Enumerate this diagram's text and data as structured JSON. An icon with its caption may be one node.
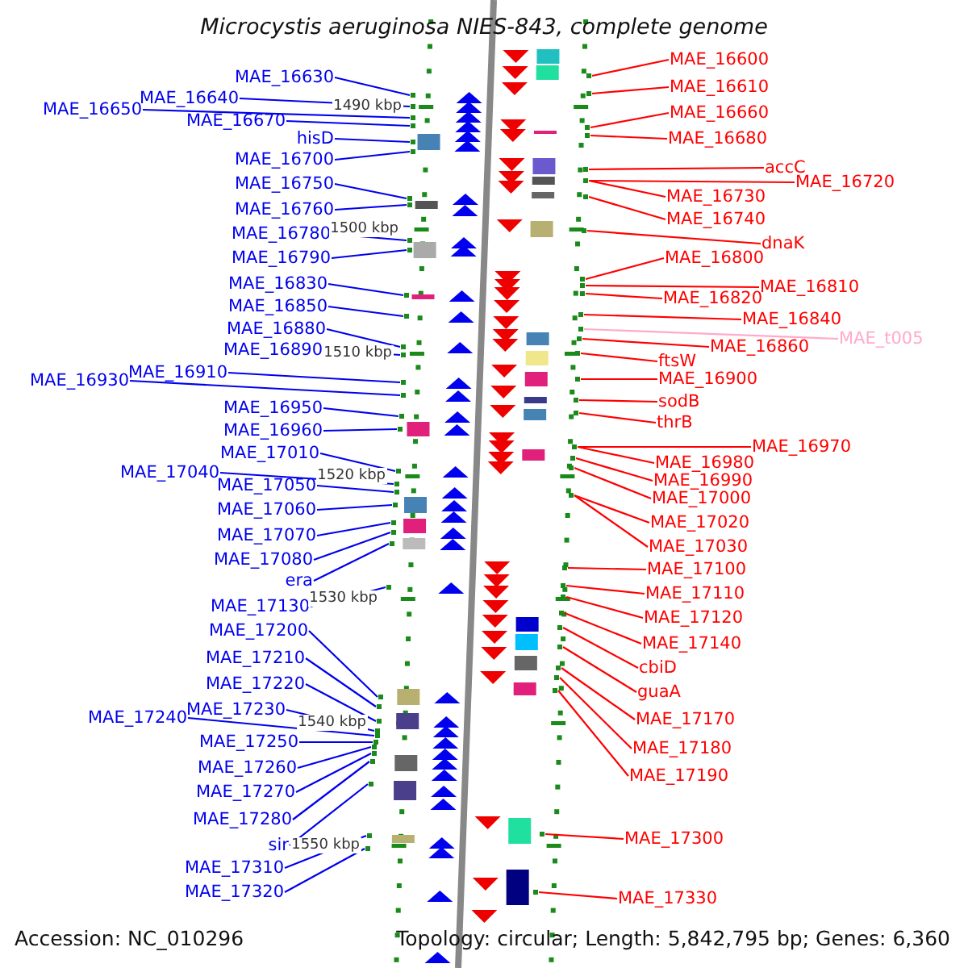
{
  "diagram": {
    "title": "Microcystis aeruginosa NIES-843, complete genome",
    "nodes": [
      {
        "text": [
          "MAE_16630"
        ]
      },
      {
        "text": [
          "MAE_16640"
        ]
      },
      {
        "text": [
          "MAE_16650"
        ]
      },
      {
        "text": [
          "MAE_16670"
        ]
      },
      {
        "text": [
          "hisD"
        ]
      },
      {
        "text": [
          "MAE_16700"
        ]
      },
      {
        "text": [
          "MAE_16750"
        ]
      },
      {
        "text": [
          "MAE_16760"
        ]
      },
      {
        "text": [
          "MAE_16780"
        ]
      },
      {
        "text": [
          "MAE_16790"
        ]
      },
      {
        "text": [
          "MAE_16830"
        ]
      },
      {
        "text": [
          "MAE_16850"
        ]
      },
      {
        "text": [
          "MAE_16880"
        ]
      },
      {
        "text": [
          "MAE_16890"
        ]
      },
      {
        "text": [
          "MAE_16910"
        ]
      },
      {
        "text": [
          "MAE_16930"
        ]
      },
      {
        "text": [
          "MAE_16950"
        ]
      },
      {
        "text": [
          "MAE_16960"
        ]
      },
      {
        "text": [
          "MAE_17010"
        ]
      },
      {
        "text": [
          "MAE_17040"
        ]
      },
      {
        "text": [
          "MAE_17050"
        ]
      },
      {
        "text": [
          "MAE_17060"
        ]
      },
      {
        "text": [
          "MAE_17070"
        ]
      },
      {
        "text": [
          "MAE_17080"
        ]
      },
      {
        "text": [
          "era"
        ]
      },
      {
        "text": [
          "MAE_17130"
        ]
      },
      {
        "text": [
          "MAE_17200"
        ]
      },
      {
        "text": [
          "MAE_17210"
        ]
      },
      {
        "text": [
          "MAE_17220"
        ]
      },
      {
        "text": [
          "MAE_17230"
        ]
      },
      {
        "text": [
          "MAE_17240"
        ]
      },
      {
        "text": [
          "MAE_17250"
        ]
      },
      {
        "text": [
          "MAE_17260"
        ]
      },
      {
        "text": [
          "MAE_17270"
        ]
      },
      {
        "text": [
          "MAE_17280"
        ]
      },
      {
        "text": [
          "sir"
        ]
      },
      {
        "text": [
          "MAE_17310"
        ]
      },
      {
        "text": [
          "MAE_17320"
        ]
      },
      {
        "text": [
          "MAE_16600"
        ]
      },
      {
        "text": [
          "MAE_16610"
        ]
      },
      {
        "text": [
          "MAE_16660"
        ]
      },
      {
        "text": [
          "MAE_16680"
        ]
      },
      {
        "text": [
          "accC"
        ]
      },
      {
        "text": [
          "MAE_16730"
        ]
      },
      {
        "text": [
          "MAE_16720"
        ]
      },
      {
        "text": [
          "MAE_16740"
        ]
      },
      {
        "text": [
          "dnaK"
        ]
      },
      {
        "text": [
          "MAE_16800"
        ]
      },
      {
        "text": [
          "MAE_16810"
        ]
      },
      {
        "text": [
          "MAE_16820"
        ]
      },
      {
        "text": [
          "MAE_16840"
        ]
      },
      {
        "text": [
          "MAE_t005"
        ]
      },
      {
        "text": [
          "MAE_16860"
        ]
      },
      {
        "text": [
          "ftsW"
        ]
      },
      {
        "text": [
          "MAE_16900"
        ]
      },
      {
        "text": [
          "sodB"
        ]
      },
      {
        "text": [
          "thrB"
        ]
      },
      {
        "text": [
          "MAE_16980"
        ]
      },
      {
        "text": [
          "MAE_16970"
        ]
      },
      {
        "text": [
          "MAE_16990"
        ]
      },
      {
        "text": [
          "MAE_17000"
        ]
      },
      {
        "text": [
          "MAE_17020"
        ]
      },
      {
        "text": [
          "MAE_17030"
        ]
      },
      {
        "text": [
          "MAE_17100"
        ]
      },
      {
        "text": [
          "MAE_17110"
        ]
      },
      {
        "text": [
          "MAE_17120"
        ]
      },
      {
        "text": [
          "MAE_17140"
        ]
      },
      {
        "text": [
          "cbiD"
        ]
      },
      {
        "text": [
          "guaA"
        ]
      },
      {
        "text": [
          "MAE_17170"
        ]
      },
      {
        "text": [
          "MAE_17180"
        ]
      },
      {
        "text": [
          "MAE_17190"
        ]
      },
      {
        "text": [
          "MAE_17300"
        ]
      },
      {
        "text": [
          "MAE_17330"
        ]
      },
      {
        "text": [],
        "shape": "box"
      },
      {
        "text": [],
        "shape": "box"
      },
      {
        "text": [],
        "shape": "box"
      },
      {
        "text": [],
        "shape": "box"
      },
      {
        "text": [],
        "shape": "box"
      },
      {
        "text": [],
        "shape": "box"
      },
      {
        "text": [],
        "shape": "box"
      },
      {
        "text": [],
        "shape": "box"
      },
      {
        "text": [],
        "shape": "box"
      },
      {
        "text": [],
        "shape": "box"
      },
      {
        "text": [],
        "shape": "box"
      },
      {
        "text": [],
        "shape": "box"
      },
      {
        "text": [],
        "shape": "box"
      },
      {
        "text": [],
        "shape": "box"
      },
      {
        "text": [],
        "shape": "box"
      },
      {
        "text": [],
        "shape": "box"
      },
      {
        "text": [],
        "shape": "box"
      },
      {
        "text": [],
        "shape": "box"
      },
      {
        "text": [],
        "shape": "box"
      },
      {
        "text": [],
        "shape": "box"
      },
      {
        "text": [],
        "shape": "box"
      },
      {
        "text": [],
        "shape": "box"
      },
      {
        "text": [],
        "shape": "box"
      },
      {
        "text": [],
        "shape": "box"
      },
      {
        "text": [],
        "shape": "box"
      },
      {
        "text": [],
        "shape": "box"
      },
      {
        "text": [],
        "shape": "box"
      },
      {
        "text": [],
        "shape": "box"
      },
      {
        "text": [],
        "shape": "box"
      },
      {
        "text": [],
        "shape": "box"
      },
      {
        "text": [],
        "shape": "box"
      },
      {
        "text": [],
        "shape": "box"
      },
      {
        "text": [],
        "shape": "box"
      },
      {
        "text": [],
        "shape": "box"
      },
      {
        "text": [],
        "shape": "box"
      },
      {
        "text": [],
        "shape": "box"
      },
      {
        "text": [],
        "shape": "box"
      },
      {
        "text": [],
        "shape": "box"
      },
      {
        "text": [],
        "shape": "box"
      },
      {
        "text": [],
        "shape": "box"
      },
      {
        "text": [],
        "shape": "box"
      },
      {
        "text": [],
        "shape": "box"
      },
      {
        "text": [],
        "shape": "box"
      },
      {
        "text": [],
        "shape": "box"
      },
      {
        "text": [],
        "shape": "box"
      },
      {
        "text": [],
        "shape": "box"
      },
      {
        "text": [],
        "shape": "box"
      },
      {
        "text": [],
        "shape": "box"
      },
      {
        "text": [],
        "shape": "box"
      },
      {
        "text": [],
        "shape": "box"
      },
      {
        "text": [],
        "shape": "box"
      },
      {
        "text": [],
        "shape": "box"
      },
      {
        "text": [],
        "shape": "box"
      },
      {
        "text": [],
        "shape": "box"
      },
      {
        "text": [],
        "shape": "box"
      },
      {
        "text": [],
        "shape": "box"
      },
      {
        "text": [],
        "shape": "box"
      },
      {
        "text": [],
        "shape": "box"
      },
      {
        "text": [],
        "shape": "box"
      },
      {
        "text": [],
        "shape": "box"
      },
      {
        "text": [],
        "shape": "box"
      },
      {
        "text": [],
        "shape": "box"
      },
      {
        "text": [],
        "shape": "box"
      },
      {
        "text": [],
        "shape": "box"
      },
      {
        "text": [],
        "shape": "box"
      },
      {
        "text": [],
        "shape": "box"
      },
      {
        "text": [],
        "shape": "box"
      },
      {
        "text": [],
        "shape": "box"
      },
      {
        "text": [],
        "shape": "box"
      },
      {
        "text": [],
        "shape": "box"
      },
      {
        "text": [],
        "shape": "box"
      }
    ],
    "edges": [
      {
        "from": 0,
        "to": 74,
        "arrow": "none"
      },
      {
        "from": 1,
        "to": 75,
        "arrow": "none"
      },
      {
        "from": 2,
        "to": 76,
        "arrow": "none"
      },
      {
        "from": 3,
        "to": 77,
        "arrow": "none"
      },
      {
        "from": 4,
        "to": 78,
        "arrow": "none"
      },
      {
        "from": 5,
        "to": 79,
        "arrow": "none"
      },
      {
        "from": 6,
        "to": 80,
        "arrow": "none"
      },
      {
        "from": 7,
        "to": 81,
        "arrow": "none"
      },
      {
        "from": 8,
        "to": 82,
        "arrow": "none"
      },
      {
        "from": 9,
        "to": 83,
        "arrow": "none"
      },
      {
        "from": 10,
        "to": 84,
        "arrow": "none"
      },
      {
        "from": 11,
        "to": 85,
        "arrow": "none"
      },
      {
        "from": 12,
        "to": 86,
        "arrow": "none"
      },
      {
        "from": 13,
        "to": 87,
        "arrow": "none"
      },
      {
        "from": 14,
        "to": 88,
        "arrow": "none"
      },
      {
        "from": 15,
        "to": 89,
        "arrow": "none"
      },
      {
        "from": 16,
        "to": 90,
        "arrow": "none"
      },
      {
        "from": 17,
        "to": 91,
        "arrow": "none"
      },
      {
        "from": 18,
        "to": 92,
        "arrow": "none"
      },
      {
        "from": 19,
        "to": 93,
        "arrow": "none"
      },
      {
        "from": 20,
        "to": 94,
        "arrow": "none"
      },
      {
        "from": 21,
        "to": 95,
        "arrow": "none"
      },
      {
        "from": 22,
        "to": 96,
        "arrow": "none"
      },
      {
        "from": 23,
        "to": 97,
        "arrow": "none"
      },
      {
        "from": 24,
        "to": 98,
        "arrow": "none"
      },
      {
        "from": 25,
        "to": 99,
        "arrow": "none"
      },
      {
        "from": 26,
        "to": 100,
        "arrow": "none"
      },
      {
        "from": 27,
        "to": 101,
        "arrow": "none"
      },
      {
        "from": 28,
        "to": 102,
        "arrow": "none"
      },
      {
        "from": 29,
        "to": 103,
        "arrow": "none"
      },
      {
        "from": 30,
        "to": 104,
        "arrow": "none"
      },
      {
        "from": 31,
        "to": 105,
        "arrow": "none"
      },
      {
        "from": 32,
        "to": 106,
        "arrow": "none"
      },
      {
        "from": 33,
        "to": 107,
        "arrow": "none"
      },
      {
        "from": 34,
        "to": 108,
        "arrow": "none"
      },
      {
        "from": 35,
        "to": 109,
        "arrow": "none"
      },
      {
        "from": 36,
        "to": 110,
        "arrow": "none"
      },
      {
        "from": 37,
        "to": 111,
        "arrow": "none"
      },
      {
        "from": 38,
        "to": 112,
        "arrow": "none",
        "color": "#ff0000"
      },
      {
        "from": 39,
        "to": 113,
        "arrow": "none",
        "color": "#ff0000"
      },
      {
        "from": 40,
        "to": 114,
        "arrow": "none",
        "color": "#ff0000"
      },
      {
        "from": 41,
        "to": 115,
        "arrow": "none",
        "color": "#ff0000"
      },
      {
        "from": 42,
        "to": 116,
        "arrow": "none",
        "color": "#ff0000"
      },
      {
        "from": 43,
        "to": 117,
        "arrow": "none",
        "color": "#ff0000"
      },
      {
        "from": 44,
        "to": 117,
        "arrow": "none",
        "color": "#ff0000"
      },
      {
        "from": 45,
        "to": 118,
        "arrow": "none",
        "color": "#ff0000"
      },
      {
        "from": 46,
        "to": 119,
        "arrow": "none",
        "color": "#ff0000"
      },
      {
        "from": 47,
        "to": 120,
        "arrow": "none",
        "color": "#ff0000"
      },
      {
        "from": 48,
        "to": 121,
        "arrow": "none",
        "color": "#ff0000"
      },
      {
        "from": 49,
        "to": 122,
        "arrow": "none",
        "color": "#ff0000"
      },
      {
        "from": 50,
        "to": 123,
        "arrow": "none",
        "color": "#ff0000"
      },
      {
        "from": 51,
        "to": 124,
        "arrow": "none",
        "color": "#ffaacc"
      },
      {
        "from": 52,
        "to": 125,
        "arrow": "none",
        "color": "#ff0000"
      },
      {
        "from": 53,
        "to": 126,
        "arrow": "none",
        "color": "#ff0000"
      },
      {
        "from": 54,
        "to": 127,
        "arrow": "none",
        "color": "#ff0000"
      },
      {
        "from": 55,
        "to": 128,
        "arrow": "none",
        "color": "#ff0000"
      },
      {
        "from": 56,
        "to": 129,
        "arrow": "none",
        "color": "#ff0000"
      },
      {
        "from": 57,
        "to": 130,
        "arrow": "none",
        "color": "#ff0000"
      },
      {
        "from": 58,
        "to": 130,
        "arrow": "none",
        "color": "#ff0000"
      },
      {
        "from": 59,
        "to": 131,
        "arrow": "none",
        "color": "#ff0000"
      },
      {
        "from": 60,
        "to": 132,
        "arrow": "none",
        "color": "#ff0000"
      },
      {
        "from": 61,
        "to": 133,
        "arrow": "none",
        "color": "#ff0000"
      },
      {
        "from": 62,
        "to": 133,
        "arrow": "none",
        "color": "#ff0000"
      },
      {
        "from": 63,
        "to": 134,
        "arrow": "none",
        "color": "#ff0000"
      },
      {
        "from": 64,
        "to": 135,
        "arrow": "none",
        "color": "#ff0000"
      },
      {
        "from": 65,
        "to": 136,
        "arrow": "none",
        "color": "#ff0000"
      },
      {
        "from": 66,
        "to": 137,
        "arrow": "none",
        "color": "#ff0000"
      },
      {
        "from": 67,
        "to": 138,
        "arrow": "none",
        "color": "#ff0000"
      },
      {
        "from": 68,
        "to": 139,
        "arrow": "none",
        "color": "#ff0000"
      },
      {
        "from": 69,
        "to": 140,
        "arrow": "none",
        "color": "#ff0000"
      },
      {
        "from": 70,
        "to": 141,
        "arrow": "none",
        "color": "#ff0000"
      },
      {
        "from": 71,
        "to": 142,
        "arrow": "none",
        "color": "#ff0000"
      },
      {
        "from": 72,
        "to": 143,
        "arrow": "none",
        "color": "#ff0000"
      },
      {
        "from": 73,
        "to": 144,
        "arrow": "none",
        "color": "#ff0000"
      }
    ],
    "labels": [
      "1490 kbp",
      "1500 kbp",
      "1510 kbp",
      "1520 kbp",
      "1530 kbp",
      "1540 kbp",
      "1550 kbp",
      "Accession: NC_010296",
      "Topology: circular; Length: 5,842,795 bp; Genes: 6,360"
    ]
  }
}
